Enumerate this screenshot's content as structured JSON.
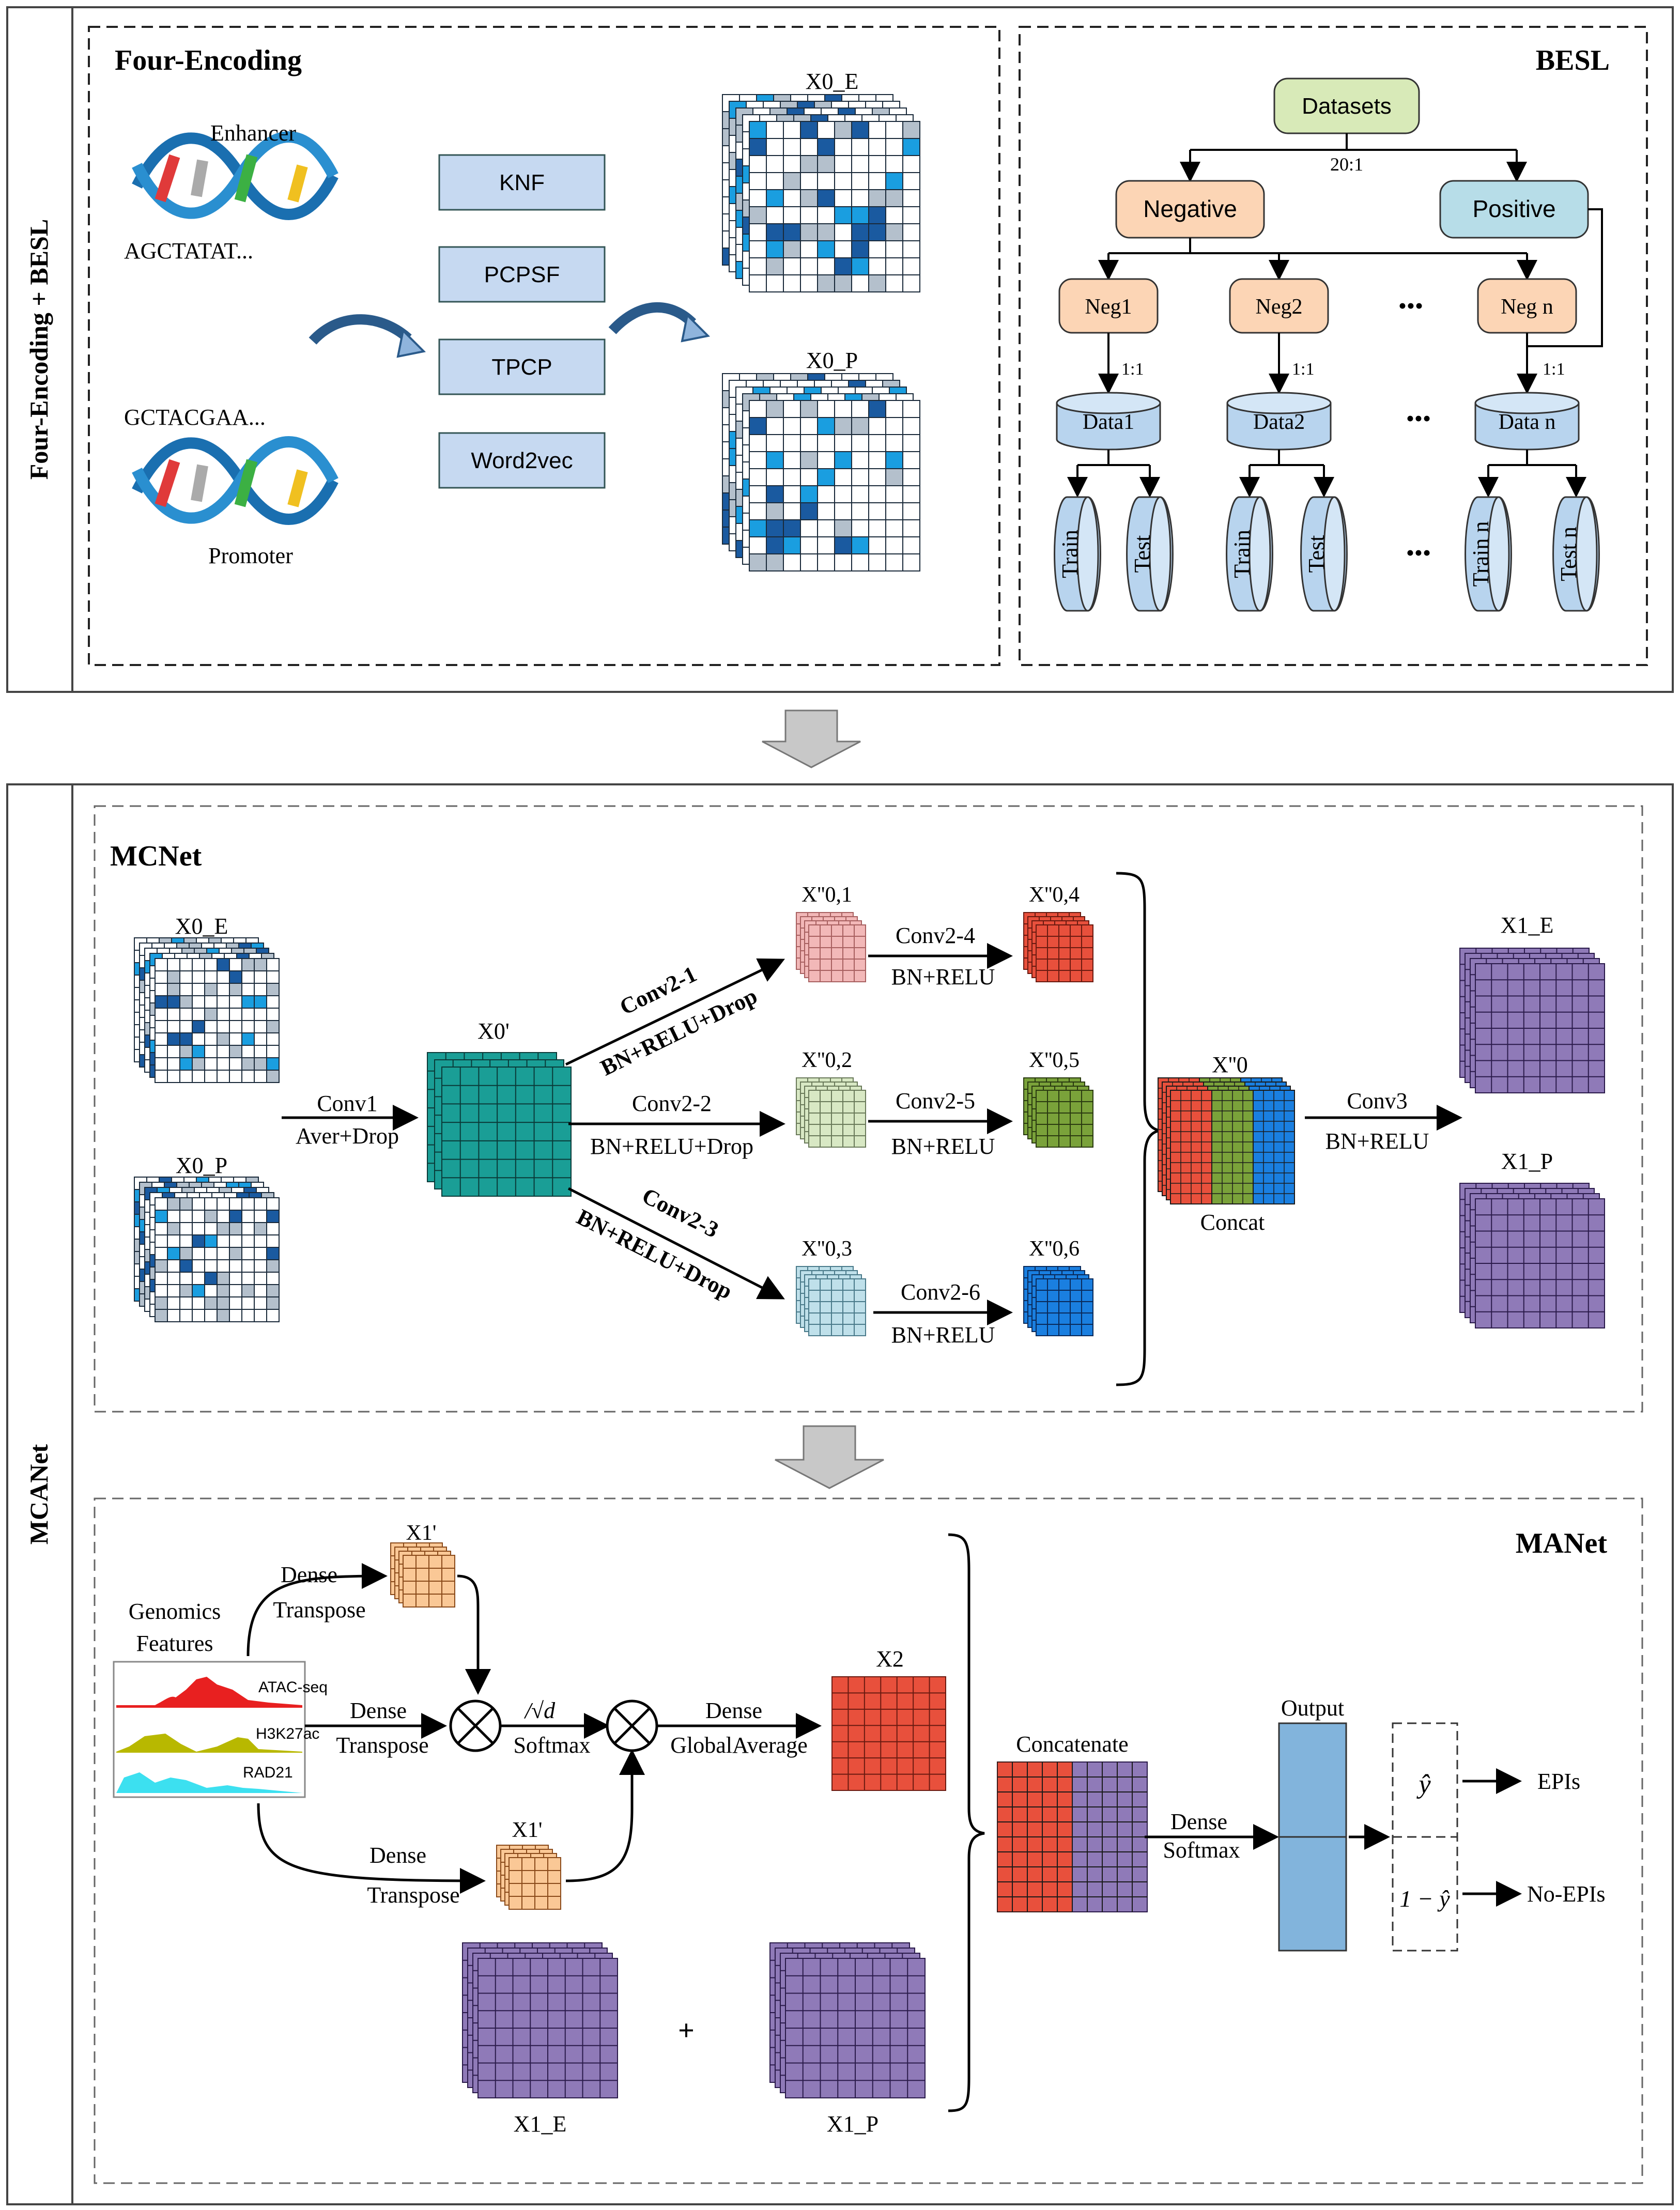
{
  "top_panel": {
    "side_label": "Four-Encoding + BESL",
    "four_encoding": {
      "title": "Four-Encoding",
      "enhancer_label": "Enhancer",
      "enhancer_seq": "AGCTATAT...",
      "promoter_seq": "GCTACGAA...",
      "promoter_label": "Promoter",
      "methods": [
        "KNF",
        "PCPSF",
        "TPCP",
        "Word2vec"
      ],
      "matrix_e_label": "X0_E",
      "matrix_p_label": "X0_P"
    },
    "besl": {
      "title": "BESL",
      "datasets": "Datasets",
      "ratio_top": "20:1",
      "negative": "Negative",
      "positive": "Positive",
      "negs": [
        "Neg1",
        "Neg2",
        "Neg n"
      ],
      "ellipsis": "•••",
      "ratio_small": "1:1",
      "data": [
        "Data1",
        "Data2",
        "Data n"
      ],
      "train": [
        "Train",
        "Train",
        "Train n"
      ],
      "test": [
        "Test",
        "Test",
        "Test n"
      ]
    }
  },
  "bottom_panel": {
    "side_label": "MCANet",
    "mcnet": {
      "title": "MCNet",
      "x0e": "X0_E",
      "x0p": "X0_P",
      "x0prime": "X0'",
      "conv1": "Conv1",
      "aver_drop": "Aver+Drop",
      "conv21": "Conv2-1",
      "conv22": "Conv2-2",
      "conv23": "Conv2-3",
      "bn_relu_drop": "BN+RELU+Drop",
      "x01": "X''0,1",
      "x02": "X''0,2",
      "x03": "X''0,3",
      "conv24": "Conv2-4",
      "conv25": "Conv2-5",
      "conv26": "Conv2-6",
      "bn_relu": "BN+RELU",
      "x04": "X''0,4",
      "x05": "X''0,5",
      "x06": "X''0,6",
      "x0pp": "X''0",
      "concat": "Concat",
      "conv3": "Conv3",
      "x1e": "X1_E",
      "x1p": "X1_P"
    },
    "manet": {
      "title": "MANet",
      "genomics": "Genomics",
      "features": "Features",
      "tracks": [
        "ATAC-seq",
        "H3K27ac",
        "RAD21"
      ],
      "dense": "Dense",
      "transpose": "Transpose",
      "x1prime": "X1'",
      "sqrt_d": "/√d",
      "softmax": "Softmax",
      "global_average": "GlobalAverage",
      "x2": "X2",
      "plus": "+",
      "x1e": "X1_E",
      "x1p": "X1_P",
      "concatenate": "Concatenate",
      "output": "Output",
      "y_hat": "ŷ",
      "one_minus_y_hat": "1 − ŷ",
      "epis": "EPIs",
      "no_epis": "No-EPIs"
    }
  },
  "colors": {
    "datasets": "#d8eab8",
    "negative": "#fcd5b5",
    "positive": "#b7dde8",
    "method_box": "#c6d9f1",
    "cylinder": "#b8d4ee",
    "teal": "#1a9e96",
    "red": "#e8503c",
    "green": "#7aa23a",
    "blue": "#1a7fe0",
    "pink": "#f2b8b8",
    "light_green": "#d8e8c4",
    "light_blue": "#bfe0ea",
    "purple": "#8f7ab8",
    "orange": "#fac896",
    "output_bar": "#82b4dc"
  }
}
